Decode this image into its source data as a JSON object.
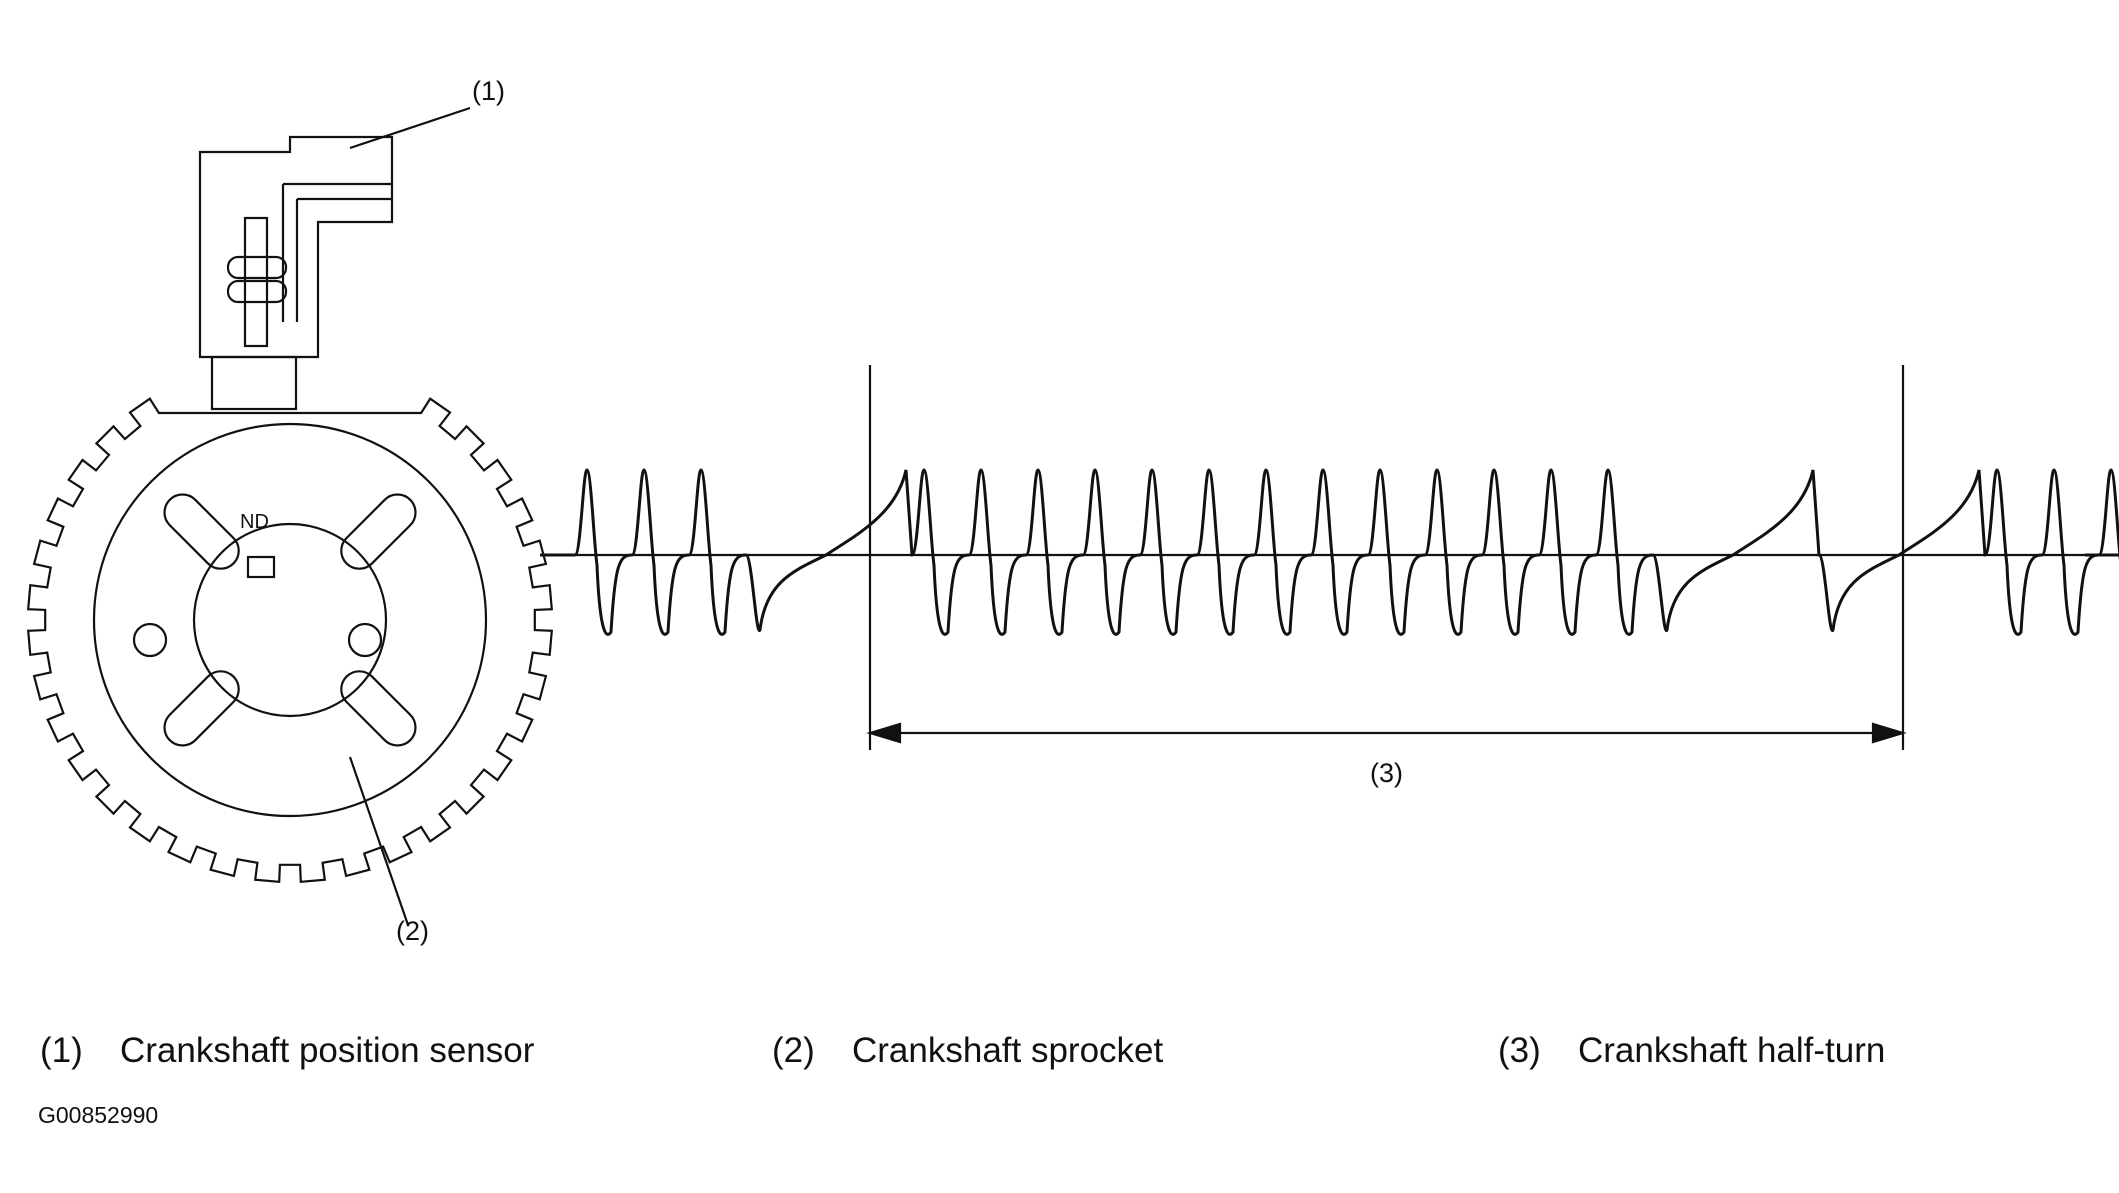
{
  "callouts": {
    "sensor": "(1)",
    "sprocket": "(2)",
    "half_turn": "(3)"
  },
  "sprocket_mark": "ND",
  "legend": [
    {
      "num": "(1)",
      "label": "Crankshaft position sensor"
    },
    {
      "num": "(2)",
      "label": "Crankshaft sprocket"
    },
    {
      "num": "(3)",
      "label": "Crankshaft half-turn"
    }
  ],
  "figure_code": "G00852990",
  "colors": {
    "ink": "#111111",
    "background": "#ffffff"
  },
  "waveform": {
    "segments": [
      "pulse",
      "pulse",
      "pulse",
      "gap",
      "pulse",
      "pulse",
      "pulse",
      "pulse",
      "pulse",
      "pulse",
      "pulse",
      "pulse",
      "pulse",
      "pulse",
      "pulse",
      "pulse",
      "pulse",
      "gap",
      "gap",
      "pulse",
      "pulse",
      "pulse"
    ]
  },
  "sprocket_teeth": 30
}
